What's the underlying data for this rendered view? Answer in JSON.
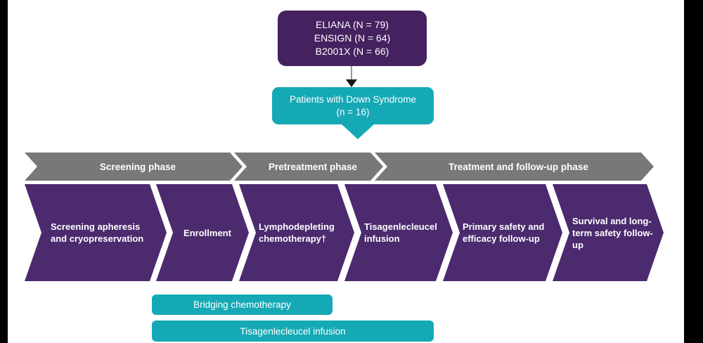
{
  "colors": {
    "source_purple": "#44215f",
    "chevron_purple": "#4b2a6e",
    "teal": "#15a9b5",
    "phase_gray": "#787878",
    "letterbox_black": "#000000",
    "text_light": "#ffffff"
  },
  "source_box": {
    "text": "ELIANA (N = 79)\nENSIGN (N = 64)\nB2001X (N = 66)"
  },
  "callout": {
    "text": "Patients with Down Syndrome\n(n = 16)"
  },
  "phase_bar": {
    "sections": [
      {
        "label": "Screening phase"
      },
      {
        "label": "Pretreatment phase"
      },
      {
        "label": "Treatment and follow-up phase"
      }
    ]
  },
  "process_steps": [
    {
      "label": "Screening apheresis and cryopreservation"
    },
    {
      "label": "Enrollment"
    },
    {
      "label": "Lymphodepleting chemotherapy†"
    },
    {
      "label": "Tisagenlecleucel infusion"
    },
    {
      "label": "Primary safety and efficacy follow-up"
    },
    {
      "label": "Survival and long-term safety follow-up"
    }
  ],
  "overlay_bars": [
    {
      "label": "Bridging chemotherapy"
    },
    {
      "label": "Tisagenlecleucel infusion"
    }
  ]
}
